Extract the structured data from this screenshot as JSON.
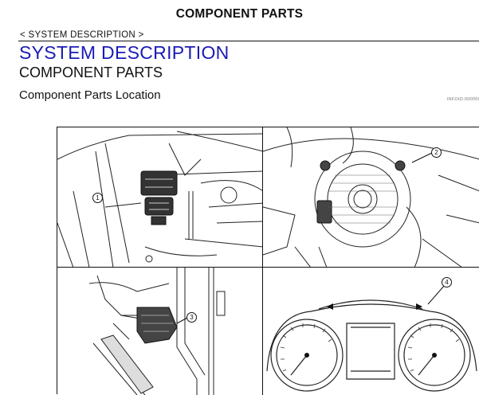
{
  "header": {
    "title": "COMPONENT PARTS"
  },
  "breadcrumb": {
    "text": "< SYSTEM DESCRIPTION >"
  },
  "section": {
    "title": "SYSTEM DESCRIPTION"
  },
  "subsection": {
    "title": "COMPONENT PARTS"
  },
  "topic": {
    "title": "Component Parts Location",
    "info_id": "INFOID:000000"
  },
  "figure": {
    "callouts": [
      "1",
      "2",
      "3",
      "4"
    ]
  },
  "colors": {
    "section_title": "#1a1ab8",
    "text": "#111111"
  }
}
